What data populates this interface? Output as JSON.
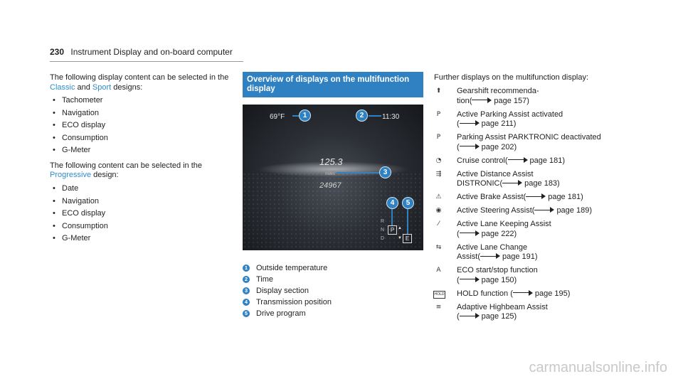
{
  "header": {
    "page_number": "230",
    "section_title": "Instrument Display and on-board computer"
  },
  "col1": {
    "para1_a": "The following display content can be selected in the ",
    "link_classic": "Classic",
    "para1_b": " and ",
    "link_sport": "Sport",
    "para1_c": " designs:",
    "list1": [
      "Tachometer",
      "Navigation",
      "ECO display",
      "Consumption",
      "G-Meter"
    ],
    "para2_a": "The following content can be selected in the ",
    "link_progressive": "Progressive",
    "para2_b": " design:",
    "list2": [
      "Date",
      "Navigation",
      "ECO display",
      "Consumption",
      "G-Meter"
    ]
  },
  "col2": {
    "heading": "Overview of displays on the multifunction display",
    "screen": {
      "temperature": "69°F",
      "time": "11:30",
      "distance": "125.3",
      "distance_unit": "miles",
      "odometer": "24967",
      "gears": [
        "R",
        "N",
        "D"
      ],
      "gear_selected": "P",
      "drive_program": "E",
      "callouts": [
        "1",
        "2",
        "3",
        "4",
        "5"
      ]
    },
    "legend": [
      {
        "num": "1",
        "label": "Outside temperature"
      },
      {
        "num": "2",
        "label": "Time"
      },
      {
        "num": "3",
        "label": "Display section"
      },
      {
        "num": "4",
        "label": "Transmission position"
      },
      {
        "num": "5",
        "label": "Drive program"
      }
    ]
  },
  "col3": {
    "intro": "Further displays on the multifunction display:",
    "items": [
      {
        "icon": "gearshift-recommendation-icon",
        "glyph": "⬆",
        "line1": "Gearshift recommenda-",
        "line2_prefix": "tion(",
        "page": "page 157)"
      },
      {
        "icon": "active-parking-assist-icon",
        "glyph": "P",
        "line1": "Active Parking Assist activated",
        "line2_prefix": "(",
        "page": "page 211)"
      },
      {
        "icon": "parktronic-deactivated-icon",
        "glyph": "P",
        "line1": "Parking Assist PARKTRONIC deactivated",
        "line2_prefix": "(",
        "page": "page 202)"
      },
      {
        "icon": "cruise-control-icon",
        "glyph": "◔",
        "line1": "Cruise control(",
        "line2_prefix": "",
        "page": "page 181)",
        "single": true
      },
      {
        "icon": "active-distance-assist-icon",
        "glyph": "⇶",
        "line1": "Active Distance Assist",
        "line2_prefix": "DISTRONIC(",
        "page": "page 183)"
      },
      {
        "icon": "active-brake-assist-icon",
        "glyph": "⚠",
        "line1": "Active Brake Assist(",
        "line2_prefix": "",
        "page": "page 181)",
        "single": true
      },
      {
        "icon": "active-steering-assist-icon",
        "glyph": "◉",
        "line1": "Active Steering Assist(",
        "line2_prefix": "",
        "page": "page 189)",
        "single": true
      },
      {
        "icon": "active-lane-keeping-assist-icon",
        "glyph": "⁄",
        "line1": "Active Lane Keeping Assist",
        "line2_prefix": "(",
        "page": "page 222)"
      },
      {
        "icon": "active-lane-change-assist-icon",
        "glyph": "⇆",
        "line1": "Active Lane Change",
        "line2_prefix": "Assist(",
        "page": "page 191)"
      },
      {
        "icon": "eco-start-stop-icon",
        "glyph": "A",
        "line1": "ECO start/stop function",
        "line2_prefix": "(",
        "page": "page 150)"
      },
      {
        "icon": "hold-function-icon",
        "glyph": "HOLD",
        "line1": "HOLD function (",
        "line2_prefix": "",
        "page": "page 195)",
        "single": true
      },
      {
        "icon": "adaptive-highbeam-assist-icon",
        "glyph": "≡",
        "line1": "Adaptive Highbeam Assist",
        "line2_prefix": "(",
        "page": "page 125)"
      }
    ]
  },
  "watermark": "carmanualsonline.info",
  "colors": {
    "accent": "#2f81c2",
    "link": "#2e8ccf"
  }
}
